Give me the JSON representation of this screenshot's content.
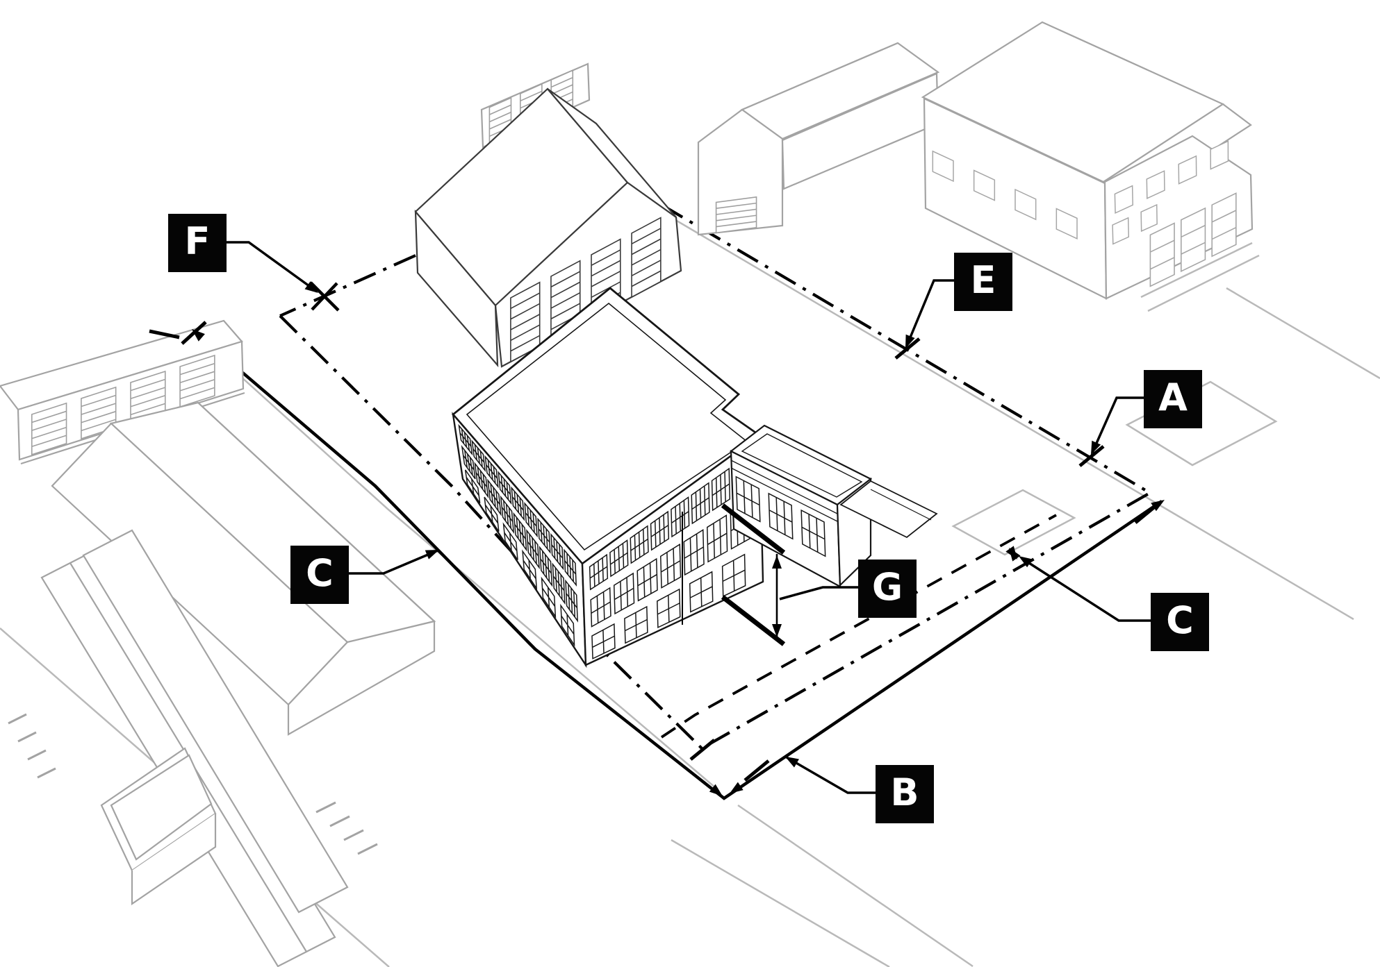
{
  "diagram": {
    "type": "axonometric-site-plan",
    "background_color": "#ffffff",
    "annotation_color": "#000000",
    "context_building_color": "#a3a3a3",
    "primary_building_color": "#161616",
    "marker_style": {
      "bg": "#050505",
      "fg": "#ffffff"
    },
    "markers": [
      {
        "id": "marker-f",
        "letter": "F"
      },
      {
        "id": "marker-e",
        "letter": "E"
      },
      {
        "id": "marker-a",
        "letter": "A"
      },
      {
        "id": "marker-c-left",
        "letter": "C"
      },
      {
        "id": "marker-g",
        "letter": "G"
      },
      {
        "id": "marker-c-right",
        "letter": "C"
      },
      {
        "id": "marker-b",
        "letter": "B"
      }
    ]
  }
}
